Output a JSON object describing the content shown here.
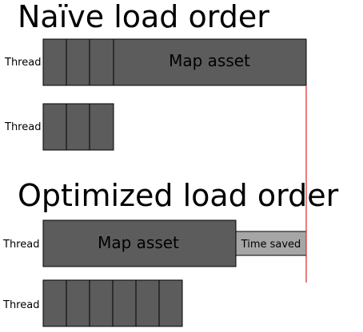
{
  "sections": {
    "naive": {
      "title": "Naïve load order",
      "thread1": {
        "label": "Thread",
        "small_blocks": 3,
        "asset_label": "Map asset"
      },
      "thread2": {
        "label": "Thread",
        "small_blocks": 3
      }
    },
    "optimized": {
      "title": "Optimized load order",
      "thread1": {
        "label": "Thread",
        "asset_label": "Map asset",
        "saved_label": "Time saved"
      },
      "thread2": {
        "label": "Thread",
        "small_blocks": 6
      }
    }
  },
  "colors": {
    "block_fill": "#5c5c5c",
    "block_stroke": "#000000",
    "saved_fill": "#a6a6a6",
    "marker_line": "#d62828"
  }
}
